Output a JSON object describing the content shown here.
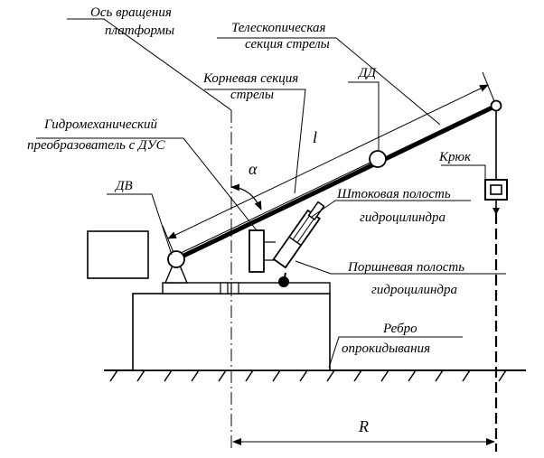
{
  "labels": {
    "rotation_axis_line1": "Ось вращения",
    "rotation_axis_line2": "платформы",
    "telescopic_line1": "Телескопическая",
    "telescopic_line2": "секция стрелы",
    "root_section_line1": "Корневая секция",
    "root_section_line2": "стрелы",
    "dd": "ДД",
    "hydromech_line1": "Гидромеханический",
    "hydromech_line2": "преобразователь с ДУС",
    "length_symbol": "l",
    "hook": "Крюк",
    "dv": "ДВ",
    "angle_symbol": "α",
    "rod_cavity_line1": "Штоковая полость",
    "rod_cavity_line2": "гидроцилиндра",
    "piston_cavity_line1": "Поршневая полость",
    "piston_cavity_line2": "гидроцилиндра",
    "tipping_edge_line1": "Ребро",
    "tipping_edge_line2": "опрокидывания",
    "radius_symbol": "R"
  }
}
